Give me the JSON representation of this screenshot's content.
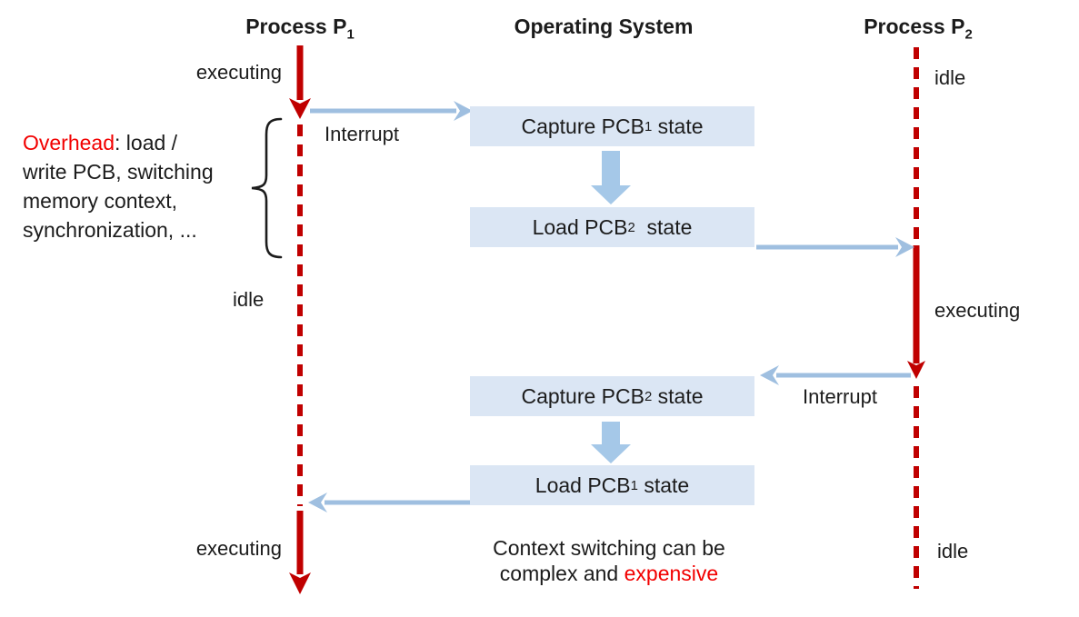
{
  "colors": {
    "red": "#c00000",
    "text-red": "#f20000",
    "blue-arrow": "#9fbfe0",
    "blue-block": "#a5c8e8",
    "box-fill": "#dbe6f4",
    "ink": "#1c1c1c"
  },
  "headers": {
    "p1": {
      "pre": "Process P",
      "sub": "1"
    },
    "os": {
      "label": "Operating System"
    },
    "p2": {
      "pre": "Process P",
      "sub": "2"
    }
  },
  "p1_lane": {
    "top_label": "executing",
    "mid_label": "idle",
    "bottom_label": "executing"
  },
  "p2_lane": {
    "top_label": "idle",
    "mid_label": "executing",
    "bottom_label": "idle"
  },
  "interrupt_labels": {
    "first": "Interrupt",
    "second": "Interrupt"
  },
  "os_boxes": [
    {
      "pre": "Capture PCB",
      "sub": "1",
      "post": " state"
    },
    {
      "pre": "Load PCB",
      "sub": "2",
      "post": "  state"
    },
    {
      "pre": "Capture PCB",
      "sub": "2",
      "post": " state"
    },
    {
      "pre": "Load PCB",
      "sub": "1",
      "post": " state"
    }
  ],
  "overhead": {
    "highlight": "Overhead",
    "line1_rest": ": load /",
    "line2": "write PCB, switching",
    "line3": "memory context,",
    "line4": "synchronization, ..."
  },
  "caption": {
    "line1": "Context switching can be",
    "line2_pre": "complex and ",
    "line2_highlight": "expensive"
  }
}
